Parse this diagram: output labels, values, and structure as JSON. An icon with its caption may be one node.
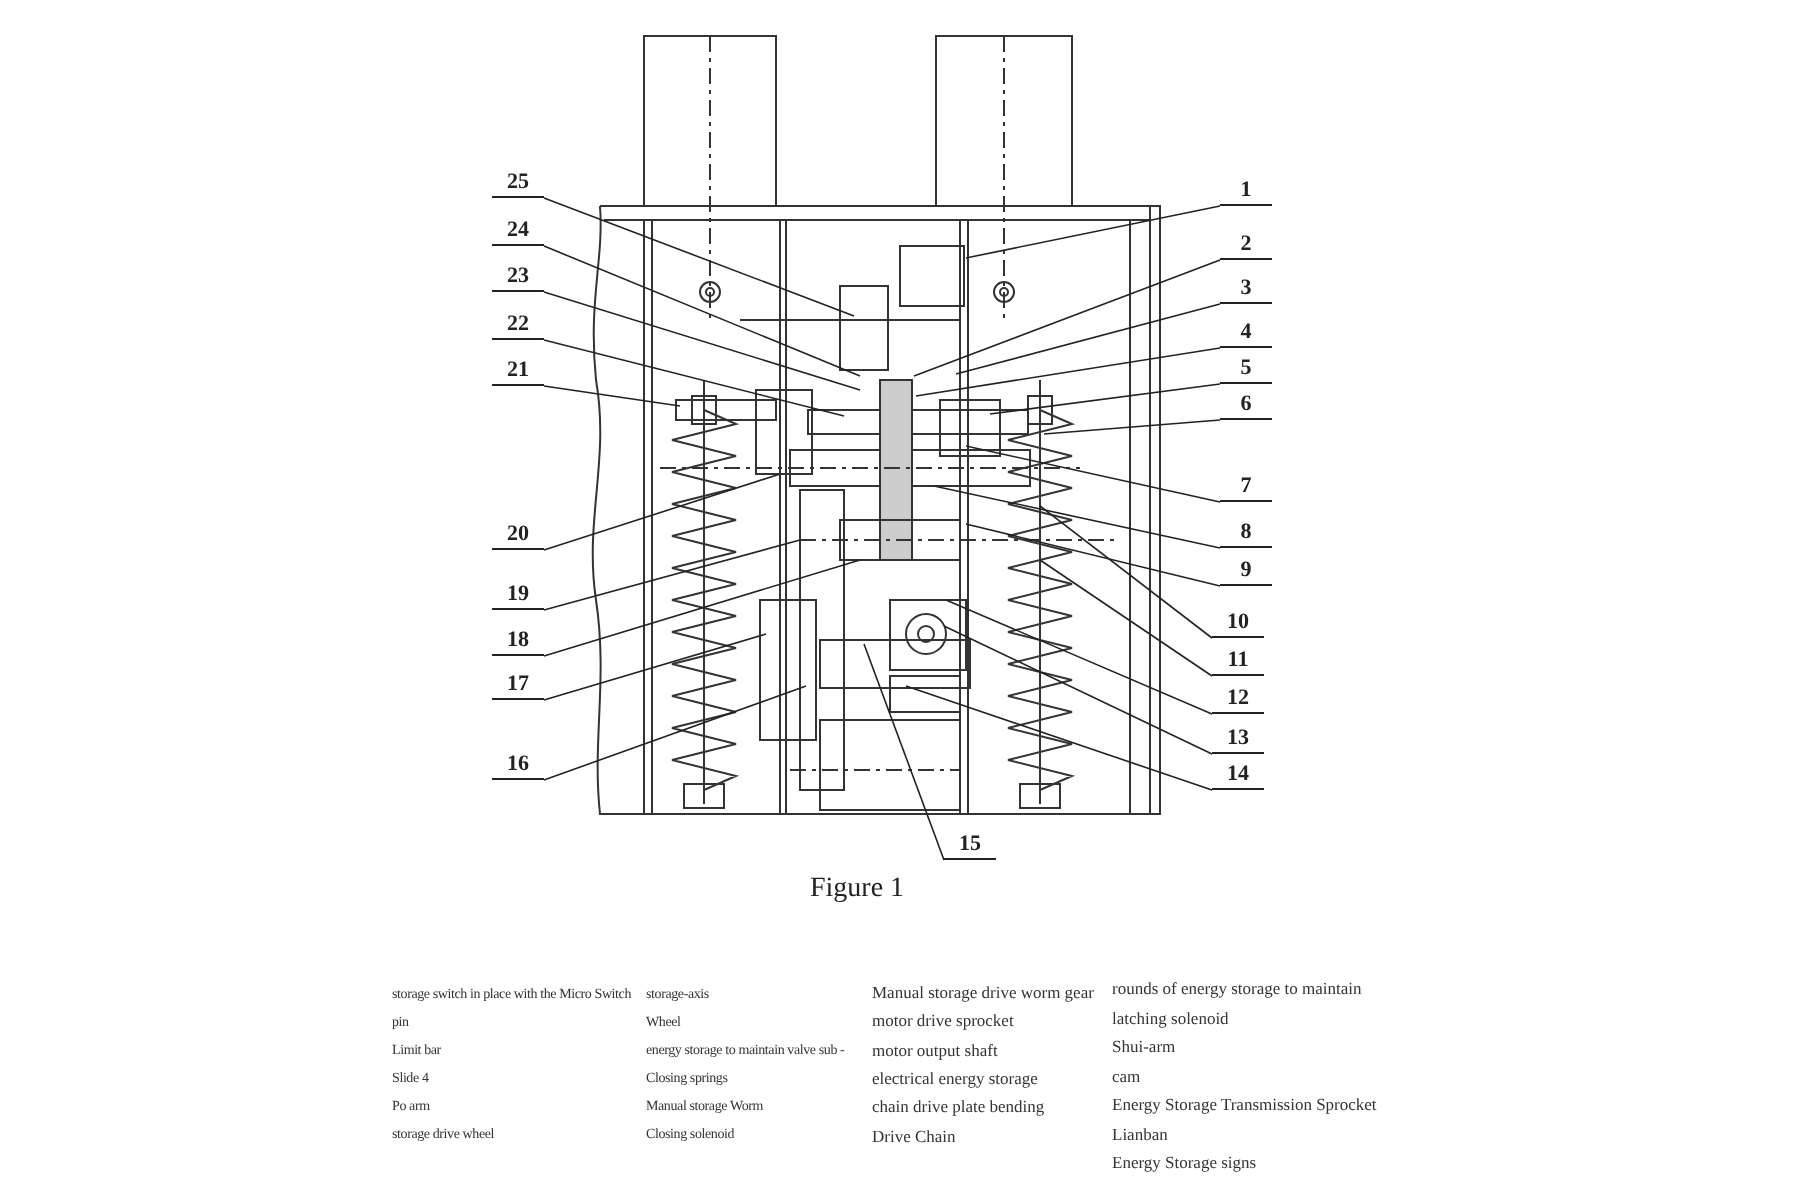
{
  "diagram": {
    "caption": "Figure 1",
    "nodes": [
      {
        "text": [
          "1"
        ]
      },
      {
        "text": [
          "2"
        ]
      },
      {
        "text": [
          "3"
        ]
      },
      {
        "text": [
          "4"
        ]
      },
      {
        "text": [
          "5"
        ]
      },
      {
        "text": [
          "6"
        ]
      },
      {
        "text": [
          "7"
        ]
      },
      {
        "text": [
          "8"
        ]
      },
      {
        "text": [
          "9"
        ]
      },
      {
        "text": [
          "10"
        ]
      },
      {
        "text": [
          "11"
        ]
      },
      {
        "text": [
          "12"
        ]
      },
      {
        "text": [
          "13"
        ]
      },
      {
        "text": [
          "14"
        ]
      },
      {
        "text": [
          "15"
        ]
      },
      {
        "text": [
          "16"
        ]
      },
      {
        "text": [
          "17"
        ]
      },
      {
        "text": [
          "18"
        ]
      },
      {
        "text": [
          "19"
        ]
      },
      {
        "text": [
          "20"
        ]
      },
      {
        "text": [
          "21"
        ]
      },
      {
        "text": [
          "22"
        ]
      },
      {
        "text": [
          "23"
        ]
      },
      {
        "text": [
          "24"
        ]
      },
      {
        "text": [
          "25"
        ]
      }
    ],
    "edges": [
      {
        "from": 0,
        "to": null,
        "arrow": "none"
      },
      {
        "from": 1,
        "to": null,
        "arrow": "none"
      },
      {
        "from": 2,
        "to": null,
        "arrow": "none"
      },
      {
        "from": 3,
        "to": null,
        "arrow": "none"
      },
      {
        "from": 4,
        "to": null,
        "arrow": "none"
      },
      {
        "from": 5,
        "to": null,
        "arrow": "none"
      },
      {
        "from": 6,
        "to": null,
        "arrow": "none"
      },
      {
        "from": 7,
        "to": null,
        "arrow": "none"
      },
      {
        "from": 8,
        "to": null,
        "arrow": "none"
      },
      {
        "from": 9,
        "to": null,
        "arrow": "none"
      },
      {
        "from": 10,
        "to": null,
        "arrow": "none"
      },
      {
        "from": 11,
        "to": null,
        "arrow": "none"
      },
      {
        "from": 12,
        "to": null,
        "arrow": "none"
      },
      {
        "from": 13,
        "to": null,
        "arrow": "none"
      },
      {
        "from": 14,
        "to": null,
        "arrow": "none"
      },
      {
        "from": 15,
        "to": null,
        "arrow": "none"
      },
      {
        "from": 16,
        "to": null,
        "arrow": "none"
      },
      {
        "from": 17,
        "to": null,
        "arrow": "none"
      },
      {
        "from": 18,
        "to": null,
        "arrow": "none"
      },
      {
        "from": 19,
        "to": null,
        "arrow": "none"
      },
      {
        "from": 20,
        "to": null,
        "arrow": "none"
      },
      {
        "from": 21,
        "to": null,
        "arrow": "none"
      },
      {
        "from": 22,
        "to": null,
        "arrow": "none"
      },
      {
        "from": 23,
        "to": null,
        "arrow": "none"
      },
      {
        "from": 24,
        "to": null,
        "arrow": "none"
      }
    ],
    "labels": [
      "storage switch in place with the Micro Switch",
      "pin",
      "Limit bar",
      "Slide 4",
      "Po arm",
      "storage drive wheel",
      "storage-axis",
      "Wheel",
      "energy storage to maintain valve sub -",
      "Closing springs",
      "Manual storage Worm",
      "Closing solenoid",
      "Manual storage drive worm gear",
      "motor drive sprocket",
      "motor output shaft",
      "electrical energy storage",
      "chain drive plate bending",
      "Drive Chain",
      "rounds of energy storage to maintain",
      "latching solenoid",
      "Shui-arm",
      "cam",
      "Energy Storage Transmission Sprocket",
      "Lianban",
      "Energy Storage signs"
    ]
  }
}
